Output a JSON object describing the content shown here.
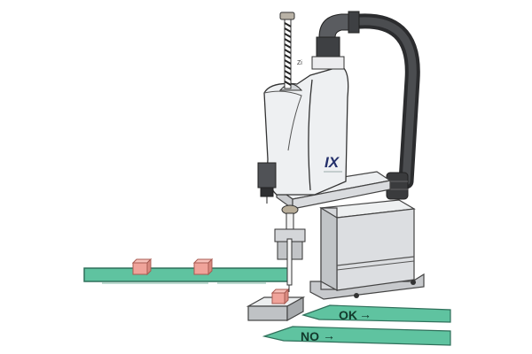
{
  "diagram": {
    "subject": "SCARA robot sorting parts from conveyor onto OK / NO lanes",
    "logo_text": "IX",
    "lanes": [
      {
        "label": "OK",
        "arrow": "→"
      },
      {
        "label": "NO",
        "arrow": "→"
      }
    ],
    "colors": {
      "conveyor": "#5fc3a0",
      "conveyor_edge": "#2f6f5a",
      "part": "#f0a39a",
      "part_edge": "#a85b52",
      "robot_body": "#e9ebee",
      "base": "#d4d6d9",
      "cable": "#3a3b3d",
      "logo": "#24306b"
    }
  }
}
